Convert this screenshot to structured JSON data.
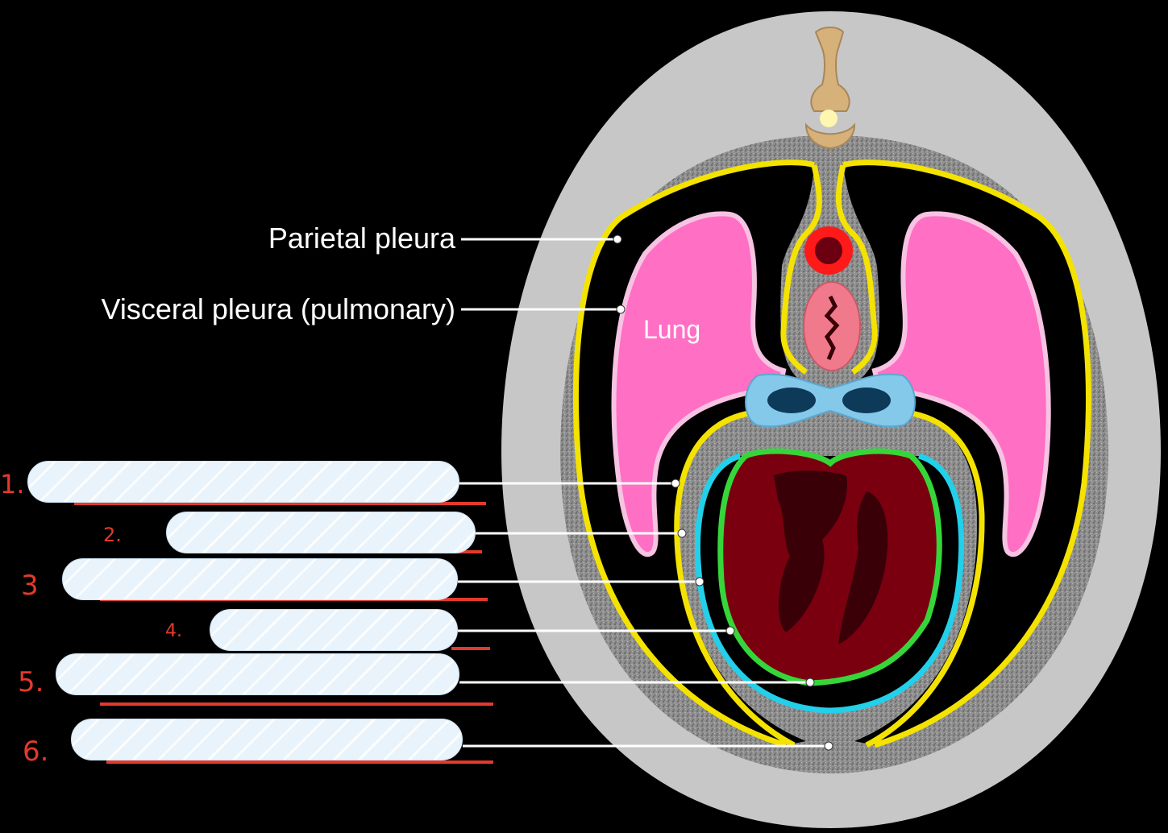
{
  "labels": {
    "parietal_pleura": "Parietal pleura",
    "visceral_pleura": "Visceral pleura (pulmonary)",
    "lung": "Lung"
  },
  "blank_numbers": [
    "1.",
    "2.",
    "3",
    "4.",
    "5.",
    "6."
  ],
  "colors": {
    "background": "#000000",
    "body_wall": "#c7c7c7",
    "textured_tissue": "#8f8f8f",
    "parietal_pleura_line": "#f4e200",
    "lung": "#ff6fc4",
    "visceral_pleura_line": "#f6c3e3",
    "heart": "#7a0010",
    "pericardium_serous": "#22d0ea",
    "epicardium": "#36d63a",
    "aorta": "#ff1a1a",
    "esophagus": "#f07a8c",
    "bronchi": "#84c8ea",
    "vertebra": "#d6b27a",
    "blank_fill": "#e8f3fb",
    "answer_underline": "#e33a2c",
    "number_ink": "#e23a2a"
  }
}
